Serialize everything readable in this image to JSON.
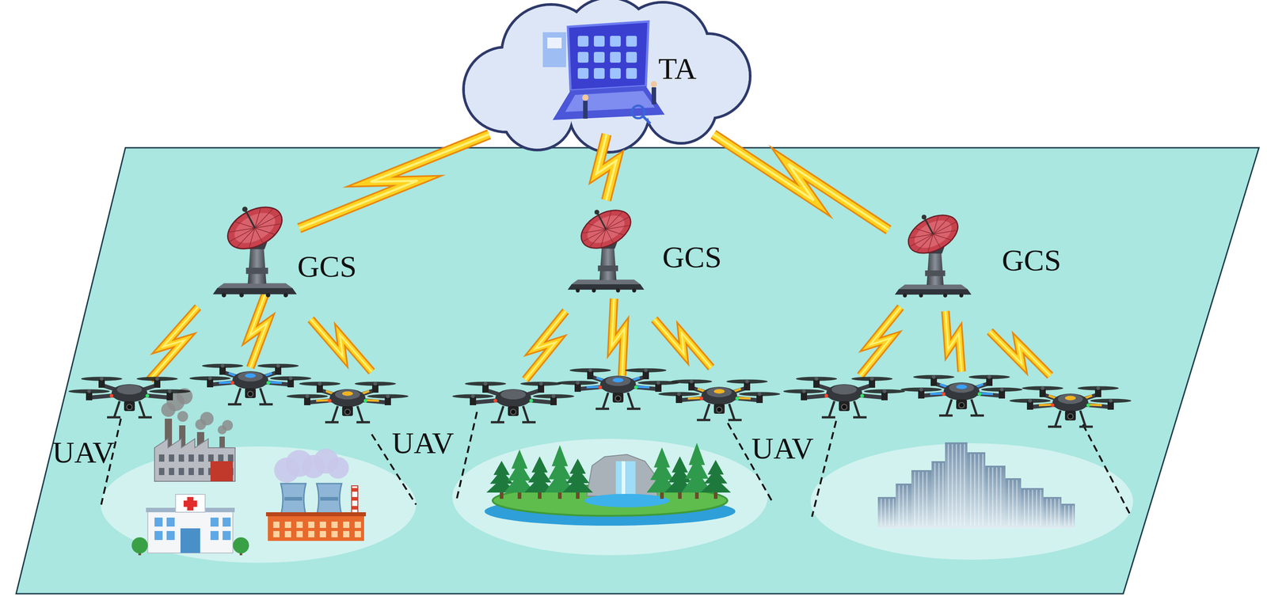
{
  "diagram": {
    "nodes": [
      {
        "text": [
          "TA"
        ]
      },
      {
        "text": [
          "GCS"
        ]
      },
      {
        "text": [
          "GCS"
        ]
      },
      {
        "text": [
          "GCS"
        ]
      }
    ],
    "edges": [
      {
        "from": 0,
        "to": 1,
        "arrow": "none"
      },
      {
        "from": 0,
        "to": 2,
        "arrow": "none"
      },
      {
        "from": 0,
        "to": 3,
        "arrow": "none"
      }
    ],
    "labels": [
      "UAV",
      "UAV",
      "UAV"
    ]
  }
}
